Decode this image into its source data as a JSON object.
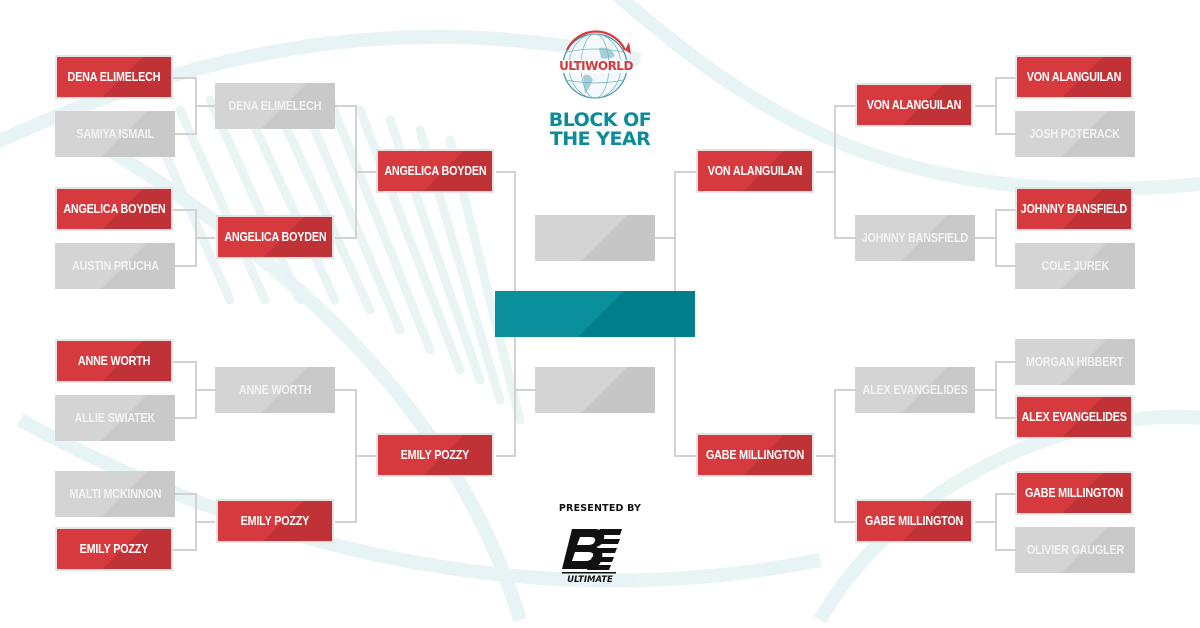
{
  "header": {
    "logo_text": "ULTIWORLD",
    "title_line1": "BLOCK OF",
    "title_line2": "THE YEAR"
  },
  "sponsor": {
    "presented_by": "PRESENTED BY",
    "logo_letters": "BE",
    "logo_subtext": "ULTIMATE"
  },
  "colors": {
    "winner": "#d63a3e",
    "loser": "#d4d4d4",
    "final": "#0a8f9c",
    "title": "#0c8c99",
    "connector": "#d2d2d2"
  },
  "bracket": {
    "left": {
      "round1": [
        {
          "name": "Dena Elimelech",
          "status": "win"
        },
        {
          "name": "Samiya Ismail",
          "status": "lose"
        },
        {
          "name": "Angelica Boyden",
          "status": "win"
        },
        {
          "name": "Austin Prucha",
          "status": "lose"
        },
        {
          "name": "Anne Worth",
          "status": "win"
        },
        {
          "name": "Allie Swiatek",
          "status": "lose"
        },
        {
          "name": "Malti McKinnon",
          "status": "lose"
        },
        {
          "name": "Emily Pozzy",
          "status": "win"
        }
      ],
      "round2": [
        {
          "name": "Dena Elimelech",
          "status": "lose"
        },
        {
          "name": "Angelica Boyden",
          "status": "win"
        },
        {
          "name": "Anne Worth",
          "status": "lose"
        },
        {
          "name": "Emily Pozzy",
          "status": "win"
        }
      ],
      "round3": [
        {
          "name": "Angelica Boyden",
          "status": "win"
        },
        {
          "name": "Emily Pozzy",
          "status": "win"
        }
      ]
    },
    "right": {
      "round1": [
        {
          "name": "Von Alanguilan",
          "status": "win"
        },
        {
          "name": "Josh Poterack",
          "status": "lose"
        },
        {
          "name": "Johnny Bansfield",
          "status": "win"
        },
        {
          "name": "Cole Jurek",
          "status": "lose"
        },
        {
          "name": "Morgan Hibbert",
          "status": "lose"
        },
        {
          "name": "Alex Evangelides",
          "status": "win"
        },
        {
          "name": "Gabe Millington",
          "status": "win"
        },
        {
          "name": "Olivier Gaugler",
          "status": "lose"
        }
      ],
      "round2": [
        {
          "name": "Von Alanguilan",
          "status": "win"
        },
        {
          "name": "Johnny Bansfield",
          "status": "lose"
        },
        {
          "name": "Alex Evangelides",
          "status": "lose"
        },
        {
          "name": "Gabe Millington",
          "status": "win"
        }
      ],
      "round3": [
        {
          "name": "Von Alanguilan",
          "status": "win"
        },
        {
          "name": "Gabe Millington",
          "status": "win"
        }
      ]
    },
    "semifinal_top": "",
    "semifinal_bottom": "",
    "champion": ""
  }
}
